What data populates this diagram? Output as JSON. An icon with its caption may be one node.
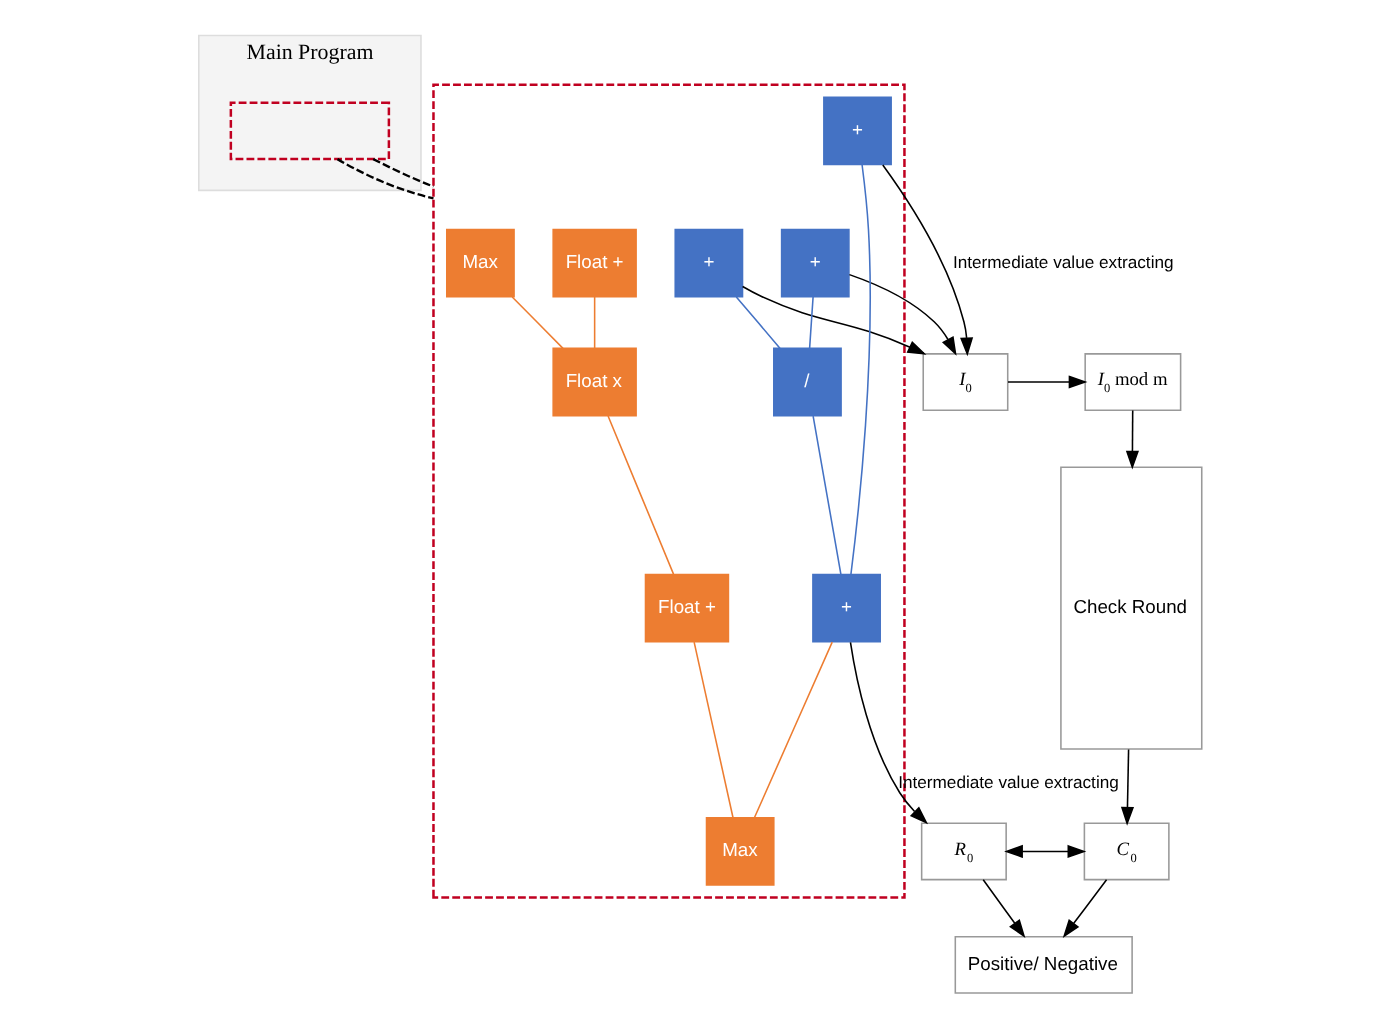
{
  "diagram": {
    "nodes": [
      {
        "text": [
          "Main Program"
        ]
      },
      {
        "text": [],
        "shape": "box",
        "in": 0
      },
      {
        "text": [],
        "shape": "box"
      },
      {
        "text": [
          "+"
        ],
        "in": 2
      },
      {
        "text": [
          "+"
        ],
        "in": 2
      },
      {
        "text": [
          "Float +"
        ],
        "in": 2
      },
      {
        "text": [
          "Max"
        ],
        "in": 2
      },
      {
        "text": [
          "+"
        ],
        "in": 2
      },
      {
        "text": [
          "/"
        ],
        "in": 2
      },
      {
        "text": [
          "Float x"
        ],
        "in": 2
      },
      {
        "text": [
          "+"
        ],
        "in": 2
      },
      {
        "text": [
          "Float +"
        ],
        "in": 2
      },
      {
        "text": [
          "Max"
        ],
        "in": 2
      },
      {
        "text": [
          "*I*$_{0}$"
        ]
      },
      {
        "text": [
          "*I*$_{0}$ mod m"
        ]
      },
      {
        "text": [
          "Check Round"
        ]
      },
      {
        "text": [
          "*C*$_{0}$"
        ]
      },
      {
        "text": [
          "*R*$_{0}$"
        ]
      },
      {
        "text": [
          "Positive/ Negative"
        ]
      }
    ],
    "edges": [
      {
        "from": 1,
        "to": 2,
        "arrow": "none",
        "style": "dashed"
      },
      {
        "from": 1,
        "to": 2,
        "arrow": "none",
        "style": "dashed"
      },
      {
        "from": 3,
        "to": 8,
        "arrow": "none",
        "color": "#4472c4"
      },
      {
        "from": 4,
        "to": 8,
        "arrow": "none",
        "color": "#4472c4"
      },
      {
        "from": 7,
        "to": 10,
        "arrow": "none",
        "color": "#4472c4"
      },
      {
        "from": 8,
        "to": 10,
        "arrow": "none",
        "color": "#4472c4"
      },
      {
        "from": 5,
        "to": 9,
        "arrow": "none",
        "color": "#ed7d31"
      },
      {
        "from": 6,
        "to": 9,
        "arrow": "none",
        "color": "#ed7d31"
      },
      {
        "from": 9,
        "to": 11,
        "arrow": "none",
        "color": "#ed7d31"
      },
      {
        "from": 10,
        "to": 12,
        "arrow": "none",
        "color": "#ed7d31"
      },
      {
        "from": 11,
        "to": 12,
        "arrow": "none",
        "color": "#ed7d31"
      },
      {
        "from": 7,
        "to": 13,
        "arrow": "to",
        "label": "Intermediate value extracting"
      },
      {
        "from": 3,
        "to": 13,
        "arrow": "to"
      },
      {
        "from": 4,
        "to": 13,
        "arrow": "to"
      },
      {
        "from": 13,
        "to": 14,
        "arrow": "to"
      },
      {
        "from": 14,
        "to": 15,
        "arrow": "to"
      },
      {
        "from": 15,
        "to": 16,
        "arrow": "to"
      },
      {
        "from": 10,
        "to": 17,
        "arrow": "to",
        "label": "Intermediate value extracting"
      },
      {
        "from": 17,
        "to": 16,
        "arrow": "both"
      },
      {
        "from": 17,
        "to": 18,
        "arrow": "to"
      },
      {
        "from": 16,
        "to": 18,
        "arrow": "to"
      }
    ]
  }
}
